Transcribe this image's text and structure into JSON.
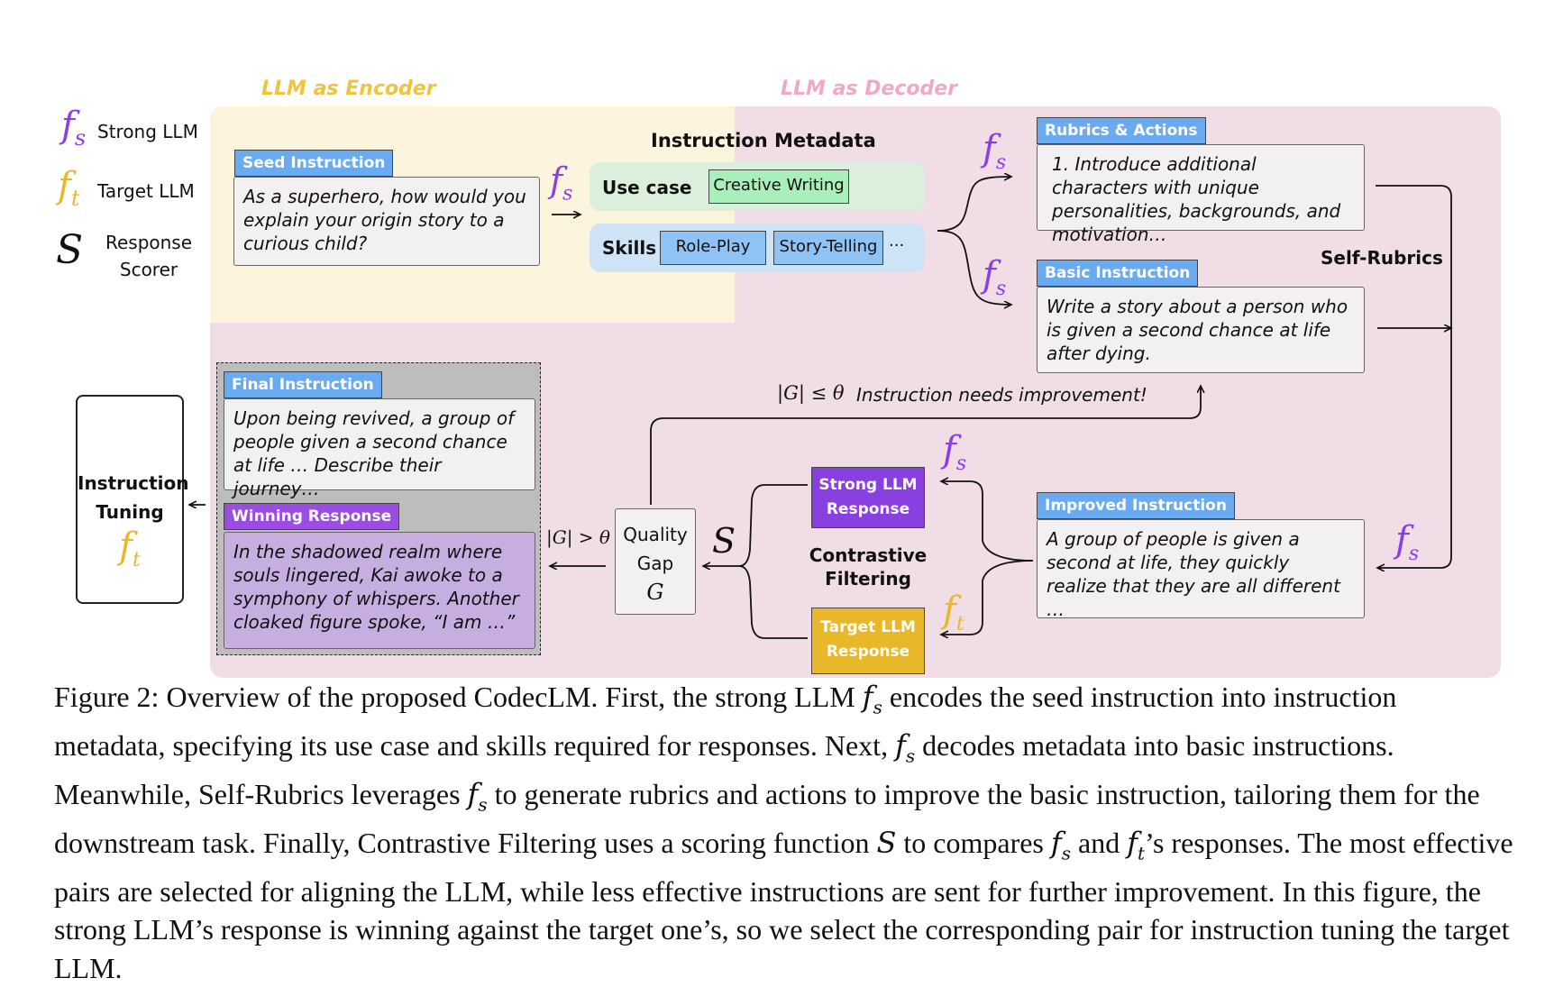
{
  "legend": {
    "strong_symbol": "f",
    "strong_sub": "s",
    "strong_label": "Strong LLM",
    "target_symbol": "f",
    "target_sub": "t",
    "target_label": "Target LLM",
    "scorer_symbol": "S",
    "scorer_label_1": "Response",
    "scorer_label_2": "Scorer"
  },
  "regions": {
    "encoder_label": "LLM as Encoder",
    "decoder_label": "LLM as Decoder"
  },
  "seed": {
    "tag": "Seed Instruction",
    "text": "As a superhero, how would you explain your origin story to a curious child?"
  },
  "metadata": {
    "title": "Instruction Metadata",
    "use_case_label": "Use case",
    "use_case_value": "Creative Writing",
    "skills_label": "Skills",
    "skill_1": "Role-Play",
    "skill_2": "Story-Telling",
    "skills_more": "···"
  },
  "rubrics": {
    "tag": "Rubrics & Actions",
    "text": "1. Introduce additional characters with unique personalities, backgrounds, and motivation…"
  },
  "basic": {
    "tag": "Basic Instruction",
    "text": "Write a story about a person who is given a second chance at life after dying."
  },
  "self_rubrics_label": "Self-Rubrics",
  "improved": {
    "tag": "Improved Instruction",
    "text": "A group of people is given a second at life, they quickly realize that they are all different …"
  },
  "feedback_label": "Instruction needs improvement!",
  "feedback_cond": "|G| ≤ θ",
  "pass_cond": "|G| > θ",
  "strong_response": {
    "line1": "Strong LLM",
    "line2": "Response"
  },
  "target_response": {
    "line1": "Target LLM",
    "line2": "Response"
  },
  "contrastive": {
    "line1": "Contrastive",
    "line2": "Filtering"
  },
  "quality_gap": {
    "line1": "Quality",
    "line2": "Gap",
    "symbol": "G"
  },
  "scorer_S": "S",
  "final": {
    "tag": "Final Instruction",
    "text": "Upon being revived, a group of people given a second chance at life … Describe their journey…"
  },
  "winning": {
    "tag": "Winning Response",
    "text": "In the shadowed realm where souls lingered, Kai awoke to a symphony of whispers. Another cloaked figure spoke, “I am …”"
  },
  "tuning": {
    "line1": "Instruction",
    "line2": "Tuning",
    "symbol": "f",
    "sub": "t"
  },
  "caption": {
    "p1": "Figure 2: Overview of the proposed CodecLM. First, the strong LLM ",
    "p2": " encodes the seed instruction into instruction metadata, specifying its use case and skills required for responses. Next, ",
    "p3": " decodes metadata into basic instructions. Meanwhile, Self-Rubrics leverages ",
    "p4": " to generate rubrics and actions to improve the basic instruction, tailoring them for the downstream task. Finally, Contrastive Filtering uses a scoring function ",
    "p5": " to compares ",
    "p6": " and ",
    "p7": "’s responses. The most effective pairs are selected for aligning the LLM, while less effective instructions are sent for further improvement. In this figure, the strong LLM’s response is winning against the target one’s, so we select the corresponding pair for instruction tuning the target LLM."
  },
  "colors": {
    "strong": "#8a3fe0",
    "target": "#e8b72a",
    "encoder_bg": "#fdf4de",
    "decoder_bg": "#f1dde6",
    "tag_blue": "#6aaaf0",
    "tag_purple": "#9b4de3"
  }
}
